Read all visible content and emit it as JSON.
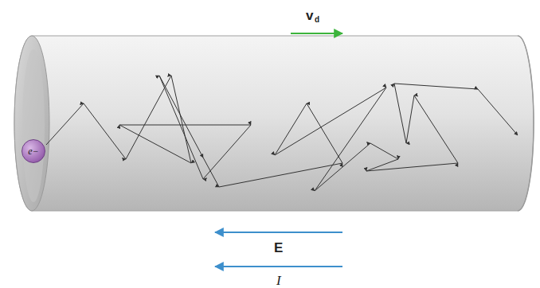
{
  "diagram": {
    "nodes": [
      {
        "text": [
          "e−"
        ]
      }
    ],
    "labels": [
      "v",
      "d",
      "E",
      "I"
    ]
  }
}
